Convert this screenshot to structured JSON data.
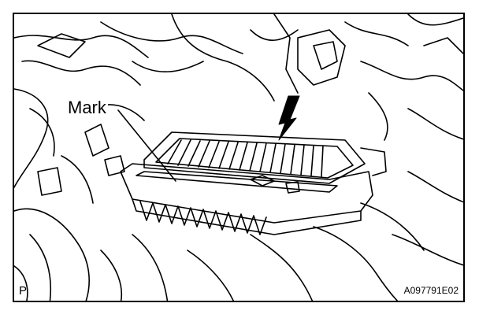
{
  "figure": {
    "labels": {
      "mark": "Mark",
      "corner": "P",
      "code": "A097791E02"
    },
    "icons": [
      "arrow-down-icon"
    ],
    "colors": {
      "line": "#000000",
      "background": "#ffffff"
    }
  }
}
